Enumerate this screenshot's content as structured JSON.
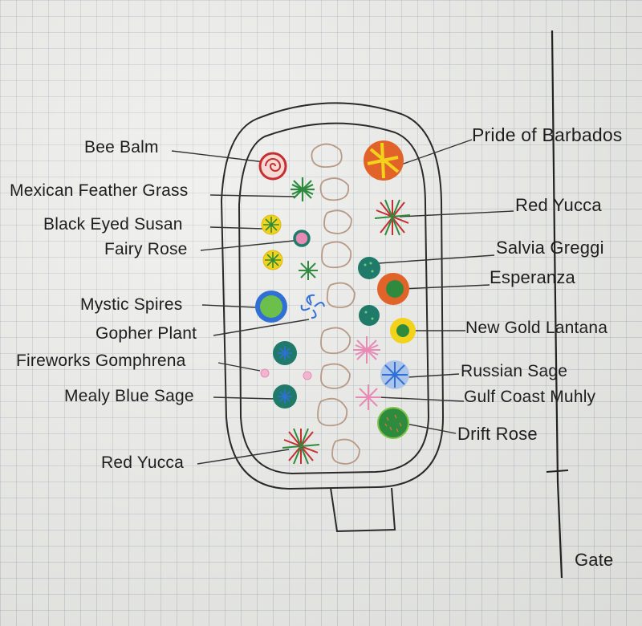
{
  "labels": {
    "bee_balm": "Bee Balm",
    "mexican_feather_grass": "Mexican Feather Grass",
    "black_eyed_susan": "Black Eyed Susan",
    "fairy_rose": "Fairy Rose",
    "mystic_spires": "Mystic Spires",
    "gopher_plant": "Gopher Plant",
    "fireworks_gomphrena": "Fireworks Gomphrena",
    "mealy_blue_sage": "Mealy Blue Sage",
    "red_yucca_left": "Red Yucca",
    "pride_of_barbados": "Pride of Barbados",
    "red_yucca_right": "Red Yucca",
    "salvia_greggi": "Salvia Greggi",
    "esperanza": "Esperanza",
    "new_gold_lantana": "New Gold Lantana",
    "russian_sage": "Russian Sage",
    "gulf_coast_muhly": "Gulf Coast Muhly",
    "drift_rose": "Drift Rose",
    "gate": "Gate"
  },
  "colors": {
    "ink": "#1e1e1e",
    "red": "#c62f2f",
    "orange": "#e2632a",
    "yellow": "#f2d21a",
    "green": "#2e8b3e",
    "teal": "#1f7a6a",
    "blue": "#2f6fd6",
    "pink": "#e98ab6",
    "stone": "#b89a86"
  }
}
